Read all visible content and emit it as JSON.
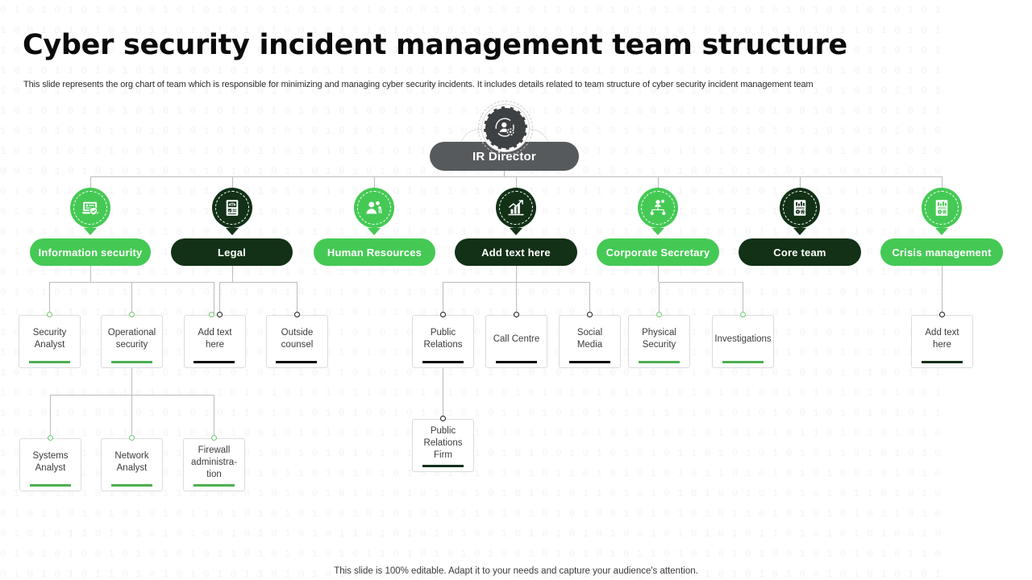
{
  "header": {
    "title": "Cyber security incident management team structure",
    "subtitle": "This slide represents the org chart of team which is responsible for minimizing and managing cyber security incidents. It includes details related to team structure of cyber security incident management  team"
  },
  "footer": {
    "note": "This slide is 100% editable. Adapt it to your needs and capture your audience's attention."
  },
  "colors": {
    "green": "#45c955",
    "dark_green": "#123116",
    "root_gray": "#565a5c",
    "underline_green": "#4caf50",
    "underline_black": "#0b0b0b",
    "connector": "#b9bdb9",
    "box_border": "#dcdcdc",
    "background": "#ffffff"
  },
  "root": {
    "label": "IR Director",
    "icon": "user-gear-icon",
    "color": "#565a5c"
  },
  "level2": [
    {
      "label": "Information security",
      "icon": "laptop-shield-icon",
      "color": "#45c955"
    },
    {
      "label": "Legal",
      "icon": "legal-document-icon",
      "color": "#123116"
    },
    {
      "label": "Human Resources",
      "icon": "people-money-icon",
      "color": "#45c955"
    },
    {
      "label": "Add text here",
      "icon": "bar-chart-growth-icon",
      "color": "#123116"
    },
    {
      "label": "Corporate Secretary",
      "icon": "org-network-icon",
      "color": "#45c955"
    },
    {
      "label": "Core team",
      "icon": "report-gear-icon",
      "color": "#123116"
    },
    {
      "label": "Crisis management",
      "icon": "report-gear-icon",
      "color": "#45c955"
    }
  ],
  "level3": [
    {
      "label": "Security Analyst",
      "underline": "green",
      "dot": "green",
      "parent": "Information security"
    },
    {
      "label": "Operational security",
      "underline": "green",
      "dot": "green",
      "parent": "Information security"
    },
    {
      "label": "Add text here",
      "underline": "black",
      "dot": "green",
      "parent": "Information security"
    },
    {
      "label": "Outside counsel",
      "underline": "black",
      "dot": "black",
      "parent": "Legal"
    },
    {
      "label": "Public Relations",
      "underline": "black",
      "dot": "black",
      "parent": "Add text here"
    },
    {
      "label": "Call Centre",
      "underline": "black",
      "dot": "black",
      "parent": "Add text here"
    },
    {
      "label": "Social Media",
      "underline": "black",
      "dot": "black",
      "parent": "Add text here"
    },
    {
      "label": "Physical Security",
      "underline": "green",
      "dot": "green",
      "parent": "Corporate Secretary"
    },
    {
      "label": "Investigations",
      "underline": "green",
      "dot": "green",
      "parent": "Corporate Secretary"
    },
    {
      "label": "Add text here",
      "underline": "darkgreen",
      "dot": "black",
      "parent": "Crisis management"
    }
  ],
  "level4": [
    {
      "label": "Systems Analyst",
      "underline": "green",
      "dot": "green",
      "parent": "Operational security"
    },
    {
      "label": "Network Analyst",
      "underline": "green",
      "dot": "green",
      "parent": "Operational security"
    },
    {
      "label": "Firewall administra-tion",
      "underline": "green",
      "dot": "green",
      "parent": "Operational security"
    },
    {
      "label": "Public Relations Firm",
      "underline": "darkgreen",
      "dot": "black",
      "parent": "Public Relations"
    }
  ]
}
